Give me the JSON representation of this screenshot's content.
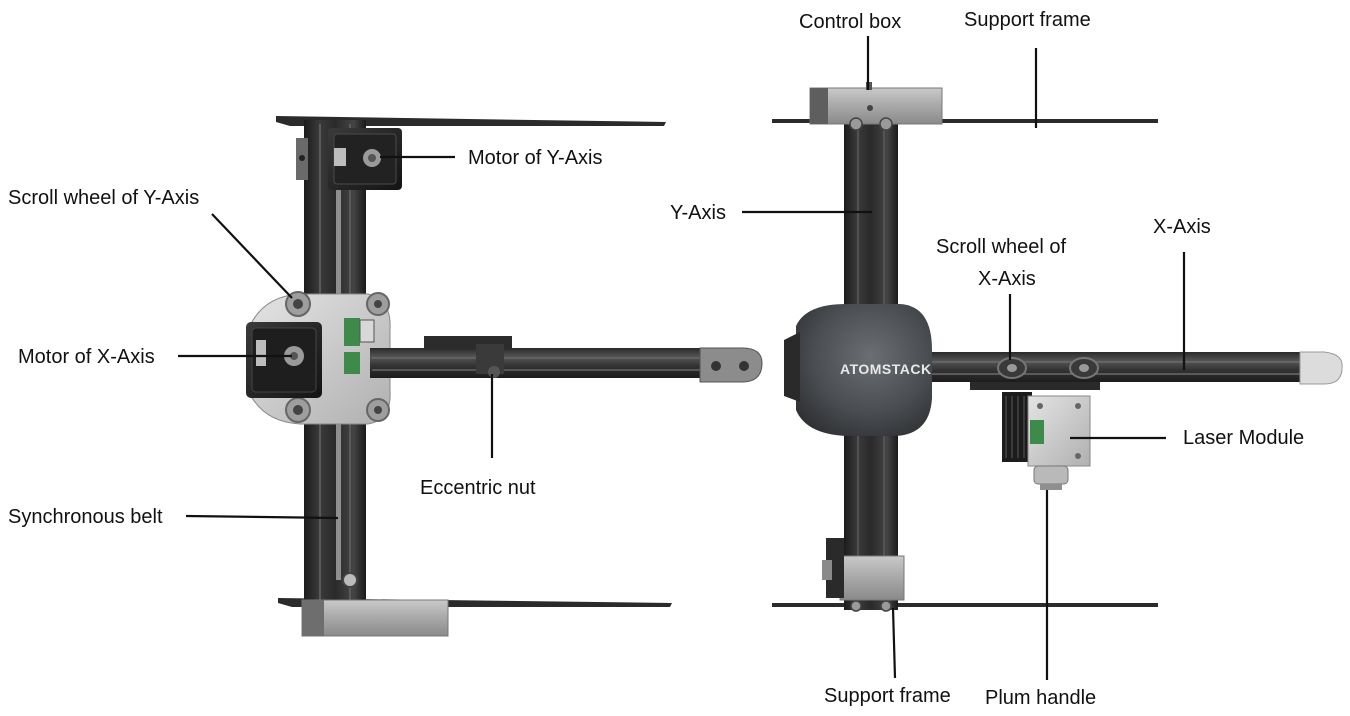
{
  "left_view": {
    "labels": {
      "motor_y": "Motor of Y-Axis",
      "scroll_wheel_y": "Scroll wheel of Y-Axis",
      "motor_x": "Motor of X-Axis",
      "eccentric_nut": "Eccentric nut",
      "synchronous_belt": "Synchronous belt"
    }
  },
  "right_view": {
    "brand_logo": "ATOMSTACK",
    "labels": {
      "control_box": "Control box",
      "support_frame_top": "Support frame",
      "y_axis": "Y-Axis",
      "scroll_wheel_x_line1": "Scroll wheel of",
      "scroll_wheel_x_line2": "X-Axis",
      "x_axis": "X-Axis",
      "laser_module": "Laser Module",
      "support_frame_bottom": "Support frame",
      "plum_handle": "Plum handle"
    }
  }
}
